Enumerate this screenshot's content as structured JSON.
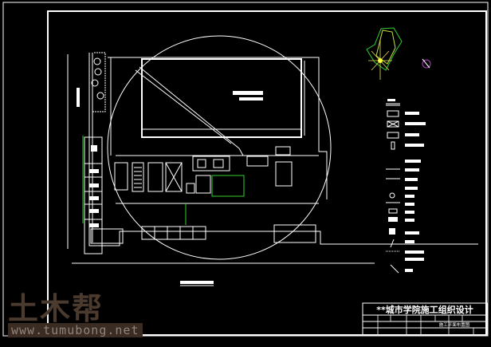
{
  "drawing": {
    "title_block": {
      "title": "**城市学院施工组织设计",
      "drawing_name": "施工平面布置图"
    }
  },
  "watermark": {
    "logo": "土木帮",
    "url": "www.tumubong.net"
  },
  "colors": {
    "background": "#000000",
    "lines": "#ffffff",
    "dimension": "#2fd12f",
    "compass": "#c8e040",
    "marker": "#b040c0"
  }
}
